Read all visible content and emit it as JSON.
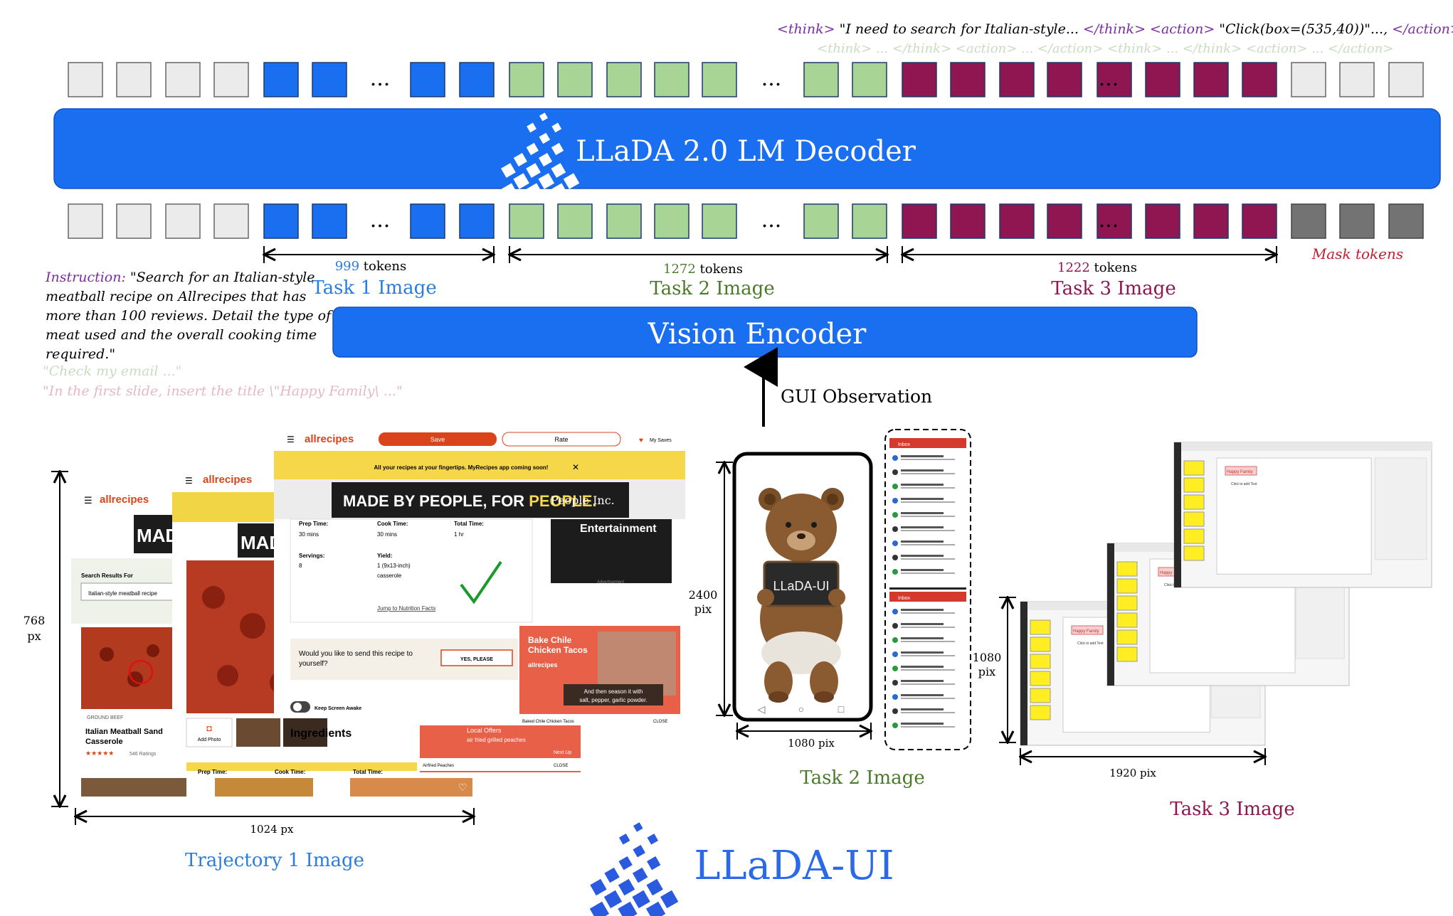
{
  "top": {
    "think_line": {
      "think_open": "<think>",
      "think_text": " \"I need to search for Italian-style... ",
      "think_close": "</think>",
      "action_open": " <action>",
      "action_text": " \"Click(box=(535,40))\"..., ",
      "action_close": "</action>"
    },
    "faded_line": "<think> ... </think> <action> ... </action> <think> ... </think> <action> ... </action>"
  },
  "decoder": {
    "label": "LLaDA 2.0 LM Decoder"
  },
  "encoder": {
    "label": "Vision Encoder"
  },
  "ellipsis": "...",
  "tokens": {
    "task1_count": "999",
    "task2_count": "1272",
    "task3_count": "1222",
    "unit": " tokens",
    "mask_label": "Mask tokens"
  },
  "images": {
    "task1": "Task 1 Image",
    "task2": "Task 2 Image",
    "task3": "Task 3 Image",
    "task2_bottom": "Task 2 Image",
    "task3_bottom": "Task 3 Image",
    "trajectory": "Trajectory 1 Image"
  },
  "instruction": {
    "label": "Instruction:",
    "line1": " \"Search for an Italian-style",
    "line2": "meatball recipe on Allrecipes that has",
    "line3": "more than 100 reviews. Detail the type of",
    "line4": "meat used and the overall cooking time",
    "line5": "required.\"",
    "alt1": "\"Check my email ...\"",
    "alt2": "\"In the first slide, insert the title \\\"Happy Family\\ ...\""
  },
  "gui_observation": "GUI Observation",
  "dims": {
    "h768": "768",
    "px": "px",
    "w1024": "1024 px",
    "h2400": "2400",
    "pix": "pix",
    "w1080": "1080 pix",
    "h1080": "1080",
    "w1920": "1920 pix"
  },
  "web": {
    "logo": "allrecipes",
    "save": "Save",
    "rate": "Rate",
    "my_saves": "My Saves",
    "banner": "All your recipes at your fingertips. MyRecipes app coming soon!",
    "ad_text_a": "MADE BY PEOPLE, FOR ",
    "ad_text_b": "PEOPLE.",
    "ad_brand": "People Inc.",
    "ad_short": "MADE",
    "advertisement": "Advertisement",
    "entertainment": "Entertainment",
    "prep_time": "Prep Time:",
    "cook_time": "Cook Time:",
    "total_time": "Total Time:",
    "prep_val": "30 mins",
    "cook_val": "30 mins",
    "total_val": "1 hr",
    "servings": "Servings:",
    "servings_val": "8",
    "yield": "Yield:",
    "yield_val1": "1 (9x13-inch)",
    "yield_val2": "casserole",
    "nutrition": "Jump to Nutrition Facts",
    "send_q1": "Would you like to send this recipe to",
    "send_q2": "yourself?",
    "yes_please": "YES, PLEASE",
    "keep_awake": "Keep Screen Awake",
    "ingredients": "Ingredients",
    "search_results": "Search Results For",
    "search_query": "Italian-style meatball recipe",
    "ground_beef": "GROUND BEEF",
    "recipe_title1": "Italian Meatball Sand",
    "recipe_title2": "Casserole",
    "ratings": "546 Ratings",
    "add_photo": "Add Photo",
    "bake1": "Bake Chile",
    "bake2": "Chicken Tacos",
    "season1": "And then season it with",
    "season2": "salt, pepper, garlic powder.",
    "tacos_caption": "Baked Chile Chicken Tacos",
    "close": "CLOSE",
    "local_offers": "Local Offers",
    "peaches": "air fried grilled peaches",
    "next_up": "Next Up",
    "airfried": "Airfried Peaches"
  },
  "phone": {
    "sign": "LLaDA-UI",
    "inbox": "Inbox"
  },
  "slides": {
    "title": "Happy Family",
    "add_text": "Click to add Text"
  },
  "brand": {
    "label": "LLaDA-UI"
  },
  "colors": {
    "blue": "#1a6ef0",
    "green": "#a8d596",
    "maroon": "#8f1651",
    "gray_light": "#ebebeb",
    "gray_dark": "#737373",
    "task1_blue": "#2a7de0",
    "task2_green": "#4a7a2a",
    "task3_maroon": "#8f1651",
    "think_purple": "#7a2da0"
  }
}
